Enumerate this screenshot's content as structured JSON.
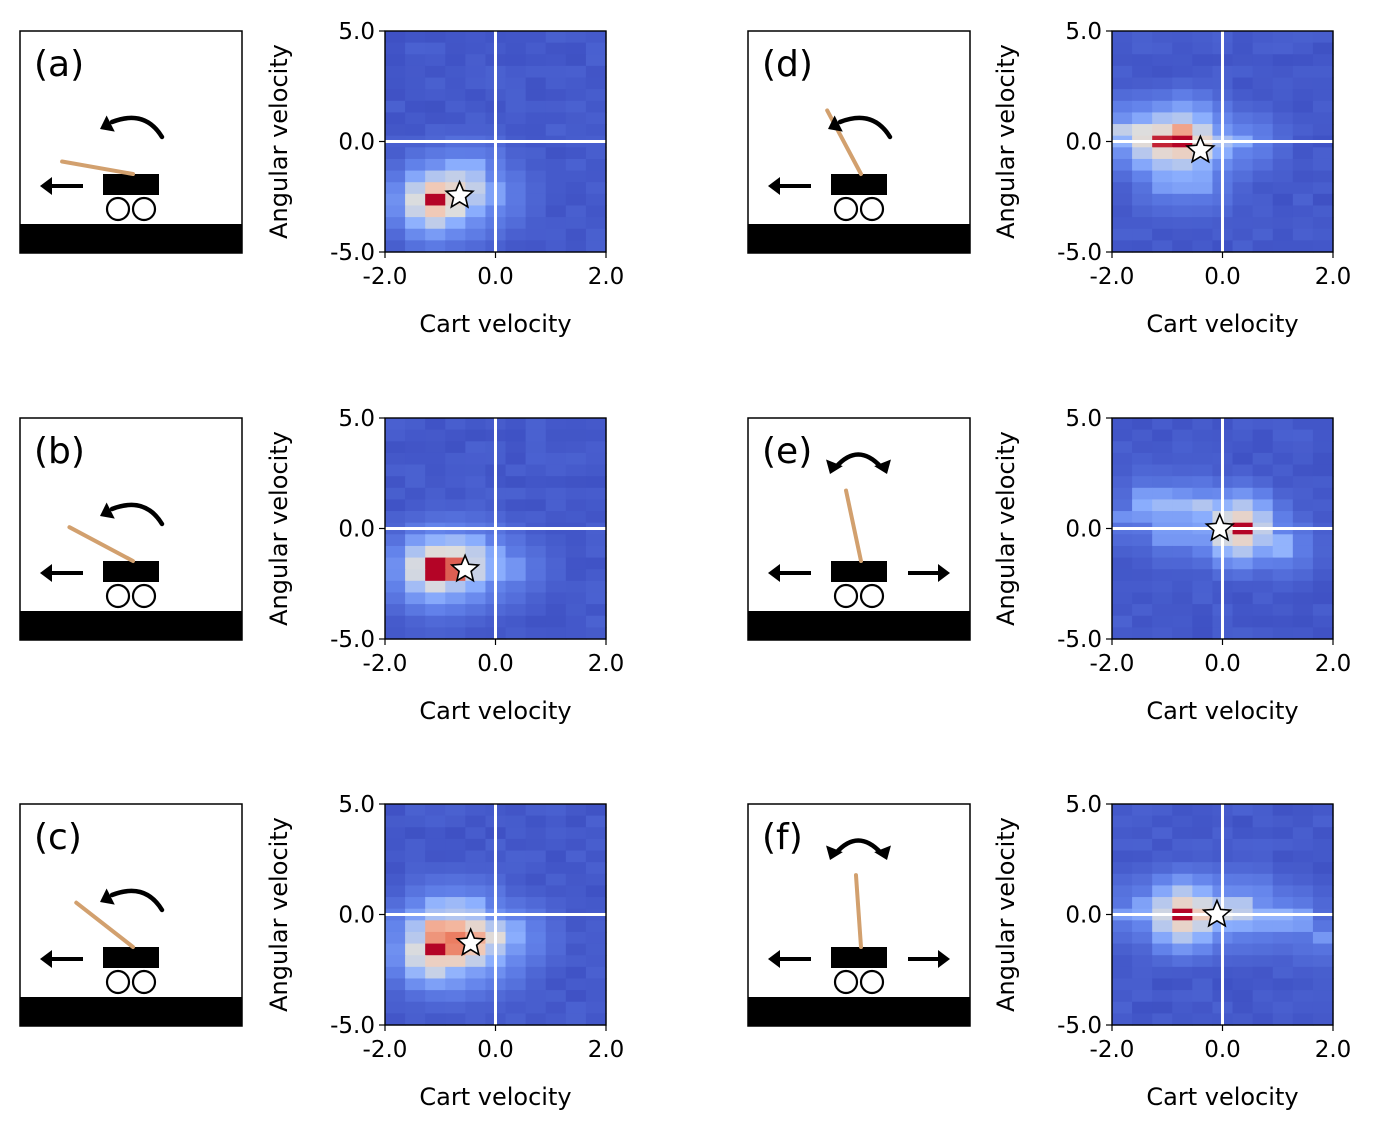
{
  "chart_data": [
    {
      "type": "heatmap",
      "panel_label": "(a)",
      "xlabel": "Cart velocity",
      "ylabel": "Angular velocity",
      "xlim": [
        -2.0,
        2.0
      ],
      "ylim": [
        -5.0,
        5.0
      ],
      "xticks": [
        "-2.0",
        "0.0",
        "2.0"
      ],
      "yticks": [
        "-5.0",
        "0.0",
        "5.0"
      ],
      "crosshair": [
        0.0,
        0.0
      ],
      "star": [
        -0.65,
        -2.45
      ],
      "sketch": {
        "pole_angle_deg": -80,
        "cart_arrows": [
          "left"
        ],
        "rotation_arrow": "counterclockwise"
      },
      "hot_cells": [
        {
          "x": -1.1,
          "y": -2.7,
          "v": 1.0
        },
        {
          "x": -1.1,
          "y": -2.2,
          "v": 0.62
        },
        {
          "x": -1.1,
          "y": -3.2,
          "v": 0.62
        },
        {
          "x": -0.7,
          "y": -2.2,
          "v": 0.55
        },
        {
          "x": -0.7,
          "y": -2.7,
          "v": 0.55
        },
        {
          "x": -0.7,
          "y": -3.2,
          "v": 0.5
        },
        {
          "x": -0.7,
          "y": -1.7,
          "v": 0.45
        },
        {
          "x": -0.3,
          "y": -2.2,
          "v": 0.45
        },
        {
          "x": -0.3,
          "y": -2.7,
          "v": 0.42
        },
        {
          "x": -1.1,
          "y": -1.7,
          "v": 0.42
        },
        {
          "x": -0.3,
          "y": -1.7,
          "v": 0.4
        },
        {
          "x": -1.5,
          "y": -2.7,
          "v": 0.4
        },
        {
          "x": -0.3,
          "y": -1.2,
          "v": 0.34
        },
        {
          "x": -0.7,
          "y": -1.2,
          "v": 0.34
        },
        {
          "x": -1.5,
          "y": -2.2,
          "v": 0.34
        },
        {
          "x": -0.3,
          "y": -3.2,
          "v": 0.34
        },
        {
          "x": 0.1,
          "y": -2.2,
          "v": 0.3
        },
        {
          "x": 0.1,
          "y": -2.7,
          "v": 0.3
        },
        {
          "x": -1.5,
          "y": -3.2,
          "v": 0.3
        },
        {
          "x": -1.1,
          "y": -3.7,
          "v": 0.3
        }
      ]
    },
    {
      "type": "heatmap",
      "panel_label": "(b)",
      "xlabel": "Cart velocity",
      "ylabel": "Angular velocity",
      "xlim": [
        -2.0,
        2.0
      ],
      "ylim": [
        -5.0,
        5.0
      ],
      "xticks": [
        "-2.0",
        "0.0",
        "2.0"
      ],
      "yticks": [
        "-5.0",
        "0.0",
        "5.0"
      ],
      "crosshair": [
        0.0,
        0.0
      ],
      "star": [
        -0.55,
        -1.85
      ],
      "sketch": {
        "pole_angle_deg": -62,
        "cart_arrows": [
          "left"
        ],
        "rotation_arrow": "counterclockwise"
      },
      "hot_cells": [
        {
          "x": -1.1,
          "y": -1.8,
          "v": 1.0
        },
        {
          "x": -0.7,
          "y": -1.8,
          "v": 0.85
        },
        {
          "x": -1.1,
          "y": -2.3,
          "v": 0.62
        },
        {
          "x": -0.7,
          "y": -2.3,
          "v": 0.55
        },
        {
          "x": -0.7,
          "y": -1.3,
          "v": 0.5
        },
        {
          "x": -1.1,
          "y": -1.3,
          "v": 0.48
        },
        {
          "x": -0.3,
          "y": -1.8,
          "v": 0.46
        },
        {
          "x": -0.3,
          "y": -1.3,
          "v": 0.44
        },
        {
          "x": -1.5,
          "y": -1.8,
          "v": 0.44
        },
        {
          "x": -0.3,
          "y": -2.3,
          "v": 0.4
        },
        {
          "x": -1.5,
          "y": -2.3,
          "v": 0.38
        },
        {
          "x": -0.7,
          "y": -0.8,
          "v": 0.38
        },
        {
          "x": -1.1,
          "y": -0.8,
          "v": 0.36
        },
        {
          "x": -0.3,
          "y": -0.8,
          "v": 0.34
        },
        {
          "x": 0.1,
          "y": -1.8,
          "v": 0.34
        },
        {
          "x": 0.1,
          "y": -1.3,
          "v": 0.32
        },
        {
          "x": -1.5,
          "y": -1.3,
          "v": 0.32
        },
        {
          "x": -1.1,
          "y": -2.8,
          "v": 0.32
        },
        {
          "x": -0.7,
          "y": -2.8,
          "v": 0.32
        },
        {
          "x": 0.5,
          "y": -1.8,
          "v": 0.26
        },
        {
          "x": 0.1,
          "y": -2.3,
          "v": 0.3
        }
      ]
    },
    {
      "type": "heatmap",
      "panel_label": "(c)",
      "xlabel": "Cart velocity",
      "ylabel": "Angular velocity",
      "xlim": [
        -2.0,
        2.0
      ],
      "ylim": [
        -5.0,
        5.0
      ],
      "xticks": [
        "-2.0",
        "0.0",
        "2.0"
      ],
      "yticks": [
        "-5.0",
        "0.0",
        "5.0"
      ],
      "crosshair": [
        0.0,
        0.0
      ],
      "star": [
        -0.45,
        -1.3
      ],
      "sketch": {
        "pole_angle_deg": -52,
        "cart_arrows": [
          "left"
        ],
        "rotation_arrow": "counterclockwise"
      },
      "hot_cells": [
        {
          "x": -1.1,
          "y": -1.7,
          "v": 1.0
        },
        {
          "x": -0.7,
          "y": -1.2,
          "v": 0.8
        },
        {
          "x": -0.7,
          "y": -1.7,
          "v": 0.78
        },
        {
          "x": -1.1,
          "y": -0.7,
          "v": 0.7
        },
        {
          "x": -1.1,
          "y": -1.2,
          "v": 0.75
        },
        {
          "x": -0.7,
          "y": -0.7,
          "v": 0.68
        },
        {
          "x": -0.3,
          "y": -1.2,
          "v": 0.7
        },
        {
          "x": -0.3,
          "y": -1.7,
          "v": 0.62
        },
        {
          "x": -0.3,
          "y": -0.7,
          "v": 0.55
        },
        {
          "x": -0.7,
          "y": -2.2,
          "v": 0.58
        },
        {
          "x": 0.1,
          "y": -1.2,
          "v": 0.52
        },
        {
          "x": -1.1,
          "y": -2.2,
          "v": 0.5
        },
        {
          "x": 0.1,
          "y": -1.7,
          "v": 0.42
        },
        {
          "x": -0.3,
          "y": -2.2,
          "v": 0.45
        },
        {
          "x": -1.5,
          "y": -1.2,
          "v": 0.42
        },
        {
          "x": -1.5,
          "y": -0.7,
          "v": 0.4
        },
        {
          "x": -0.7,
          "y": -0.2,
          "v": 0.42
        },
        {
          "x": -1.1,
          "y": -0.2,
          "v": 0.4
        },
        {
          "x": -0.3,
          "y": -0.2,
          "v": 0.4
        },
        {
          "x": -1.5,
          "y": -1.7,
          "v": 0.4
        },
        {
          "x": 0.1,
          "y": -0.7,
          "v": 0.42
        },
        {
          "x": -0.7,
          "y": 0.3,
          "v": 0.38
        },
        {
          "x": -1.1,
          "y": 0.3,
          "v": 0.36
        },
        {
          "x": -0.3,
          "y": 0.3,
          "v": 0.35
        },
        {
          "x": 0.5,
          "y": -1.2,
          "v": 0.34
        },
        {
          "x": -0.7,
          "y": -2.7,
          "v": 0.34
        },
        {
          "x": -1.1,
          "y": -2.7,
          "v": 0.33
        },
        {
          "x": 0.1,
          "y": -2.2,
          "v": 0.34
        },
        {
          "x": 0.5,
          "y": -0.7,
          "v": 0.32
        },
        {
          "x": -1.5,
          "y": -2.2,
          "v": 0.33
        }
      ]
    },
    {
      "type": "heatmap",
      "panel_label": "(d)",
      "xlabel": "Cart velocity",
      "ylabel": "Angular velocity",
      "xlim": [
        -2.0,
        2.0
      ],
      "ylim": [
        -5.0,
        5.0
      ],
      "xticks": [
        "-2.0",
        "0.0",
        "2.0"
      ],
      "yticks": [
        "-5.0",
        "0.0",
        "5.0"
      ],
      "crosshair": [
        0.0,
        0.0
      ],
      "star": [
        -0.4,
        -0.4
      ],
      "sketch": {
        "pole_angle_deg": -28,
        "cart_arrows": [
          "left"
        ],
        "rotation_arrow": "counterclockwise"
      },
      "hot_cells": [
        {
          "x": -1.1,
          "y": 0.0,
          "v": 0.95
        },
        {
          "x": -0.7,
          "y": 0.0,
          "v": 1.0
        },
        {
          "x": -0.7,
          "y": 0.5,
          "v": 0.72
        },
        {
          "x": -1.9,
          "y": 0.5,
          "v": 0.45
        },
        {
          "x": -1.5,
          "y": 0.5,
          "v": 0.5
        },
        {
          "x": -1.1,
          "y": 0.5,
          "v": 0.52
        },
        {
          "x": -1.5,
          "y": 0.0,
          "v": 0.52
        },
        {
          "x": -1.1,
          "y": -0.5,
          "v": 0.5
        },
        {
          "x": -0.7,
          "y": -0.5,
          "v": 0.58
        },
        {
          "x": -0.3,
          "y": 0.0,
          "v": 0.55
        },
        {
          "x": -0.3,
          "y": -0.5,
          "v": 0.48
        },
        {
          "x": -0.3,
          "y": 0.5,
          "v": 0.44
        },
        {
          "x": 0.1,
          "y": 0.0,
          "v": 0.4
        },
        {
          "x": 0.5,
          "y": 0.0,
          "v": 0.33
        },
        {
          "x": -1.9,
          "y": 0.0,
          "v": 0.36
        },
        {
          "x": -1.5,
          "y": -0.5,
          "v": 0.34
        },
        {
          "x": -1.1,
          "y": -1.0,
          "v": 0.36
        },
        {
          "x": -0.7,
          "y": -1.0,
          "v": 0.38
        },
        {
          "x": -0.3,
          "y": -1.0,
          "v": 0.36
        },
        {
          "x": -0.7,
          "y": -1.5,
          "v": 0.34
        },
        {
          "x": -1.1,
          "y": -1.5,
          "v": 0.32
        },
        {
          "x": -0.3,
          "y": -1.5,
          "v": 0.32
        },
        {
          "x": 0.1,
          "y": -0.5,
          "v": 0.34
        },
        {
          "x": -0.7,
          "y": -2.0,
          "v": 0.3
        },
        {
          "x": -0.3,
          "y": -2.0,
          "v": 0.3
        },
        {
          "x": -1.1,
          "y": -2.0,
          "v": 0.28
        }
      ]
    },
    {
      "type": "heatmap",
      "panel_label": "(e)",
      "xlabel": "Cart velocity",
      "ylabel": "Angular velocity",
      "xlim": [
        -2.0,
        2.0
      ],
      "ylim": [
        -5.0,
        5.0
      ],
      "xticks": [
        "-2.0",
        "0.0",
        "2.0"
      ],
      "yticks": [
        "-5.0",
        "0.0",
        "5.0"
      ],
      "crosshair": [
        0.0,
        0.0
      ],
      "star": [
        -0.05,
        0.0
      ],
      "sketch": {
        "pole_angle_deg": -12,
        "cart_arrows": [
          "left",
          "right"
        ],
        "rotation_arrow": "both"
      },
      "hot_cells": [
        {
          "x": 0.3,
          "y": 0.0,
          "v": 1.0
        },
        {
          "x": -0.5,
          "y": 0.9,
          "v": 0.42
        },
        {
          "x": -0.9,
          "y": 0.9,
          "v": 0.38
        },
        {
          "x": -0.1,
          "y": 0.4,
          "v": 0.36
        },
        {
          "x": -0.5,
          "y": 0.4,
          "v": 0.34
        },
        {
          "x": -1.3,
          "y": 0.9,
          "v": 0.34
        },
        {
          "x": 1.1,
          "y": -0.8,
          "v": 0.36
        },
        {
          "x": 0.7,
          "y": -0.4,
          "v": 0.3
        },
        {
          "x": -0.1,
          "y": 0.0,
          "v": 0.36
        },
        {
          "x": -0.9,
          "y": 0.4,
          "v": 0.3
        },
        {
          "x": -1.3,
          "y": 1.4,
          "v": 0.28
        },
        {
          "x": -0.5,
          "y": 0.0,
          "v": 0.3
        },
        {
          "x": -0.9,
          "y": 0.0,
          "v": 0.28
        },
        {
          "x": 0.3,
          "y": 0.4,
          "v": 0.28
        },
        {
          "x": -1.3,
          "y": 0.4,
          "v": 0.27
        },
        {
          "x": -0.9,
          "y": -0.4,
          "v": 0.27
        },
        {
          "x": -0.5,
          "y": -0.4,
          "v": 0.27
        },
        {
          "x": 0.3,
          "y": -0.4,
          "v": 0.27
        },
        {
          "x": -1.7,
          "y": 0.4,
          "v": 0.25
        },
        {
          "x": -0.1,
          "y": -0.4,
          "v": 0.27
        },
        {
          "x": 0.7,
          "y": 0.0,
          "v": 0.27
        },
        {
          "x": 1.1,
          "y": -0.4,
          "v": 0.26
        },
        {
          "x": -0.9,
          "y": 1.4,
          "v": 0.25
        },
        {
          "x": 0.7,
          "y": -0.8,
          "v": 0.25
        }
      ]
    },
    {
      "type": "heatmap",
      "panel_label": "(f)",
      "xlabel": "Cart velocity",
      "ylabel": "Angular velocity",
      "xlim": [
        -2.0,
        2.0
      ],
      "ylim": [
        -5.0,
        5.0
      ],
      "xticks": [
        "-2.0",
        "0.0",
        "2.0"
      ],
      "yticks": [
        "-5.0",
        "0.0",
        "5.0"
      ],
      "crosshair": [
        0.0,
        0.0
      ],
      "star": [
        -0.1,
        0.0
      ],
      "sketch": {
        "pole_angle_deg": -4,
        "cart_arrows": [
          "left",
          "right"
        ],
        "rotation_arrow": "both"
      },
      "hot_cells": [
        {
          "x": -0.7,
          "y": 0.0,
          "v": 1.0
        },
        {
          "x": -0.3,
          "y": 0.0,
          "v": 0.6
        },
        {
          "x": -0.3,
          "y": 0.5,
          "v": 0.48
        },
        {
          "x": -0.7,
          "y": 0.5,
          "v": 0.42
        },
        {
          "x": 0.1,
          "y": 0.0,
          "v": 0.48
        },
        {
          "x": 0.1,
          "y": 0.5,
          "v": 0.42
        },
        {
          "x": 0.5,
          "y": 0.0,
          "v": 0.44
        },
        {
          "x": 0.5,
          "y": 0.5,
          "v": 0.42
        },
        {
          "x": -1.1,
          "y": 0.5,
          "v": 0.38
        },
        {
          "x": -1.1,
          "y": 0.0,
          "v": 0.36
        },
        {
          "x": 0.9,
          "y": 0.0,
          "v": 0.36
        },
        {
          "x": -1.5,
          "y": 0.0,
          "v": 0.32
        },
        {
          "x": -1.5,
          "y": 0.5,
          "v": 0.3
        },
        {
          "x": 0.1,
          "y": -0.5,
          "v": 0.34
        },
        {
          "x": 0.5,
          "y": -0.5,
          "v": 0.33
        },
        {
          "x": -0.3,
          "y": -0.5,
          "v": 0.32
        },
        {
          "x": -0.7,
          "y": -0.5,
          "v": 0.3
        },
        {
          "x": 0.9,
          "y": -0.5,
          "v": 0.3
        },
        {
          "x": 1.3,
          "y": 0.0,
          "v": 0.3
        },
        {
          "x": 1.7,
          "y": -1.0,
          "v": 0.27
        },
        {
          "x": 1.3,
          "y": -0.5,
          "v": 0.28
        },
        {
          "x": -1.9,
          "y": 0.0,
          "v": 0.28
        }
      ]
    }
  ]
}
